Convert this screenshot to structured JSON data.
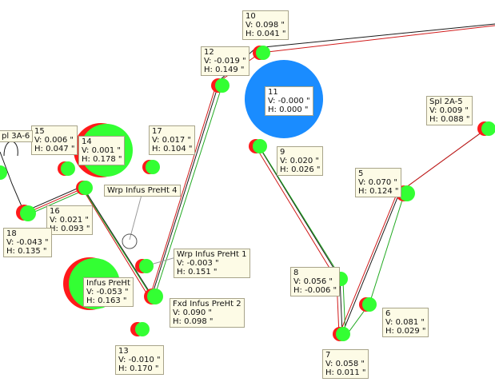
{
  "colors": {
    "red": "#ff1a1a",
    "green": "#33ff33",
    "blue": "#1a8cff",
    "wire_black": "#1a1a1a",
    "wire_red": "#d11a1a",
    "wire_green": "#22aa22",
    "label_bg": "#fdfbe6"
  },
  "labels": {
    "n10": {
      "id": "10",
      "v": "V: 0.098 \"",
      "h": "H: 0.041 \""
    },
    "n11": {
      "id": "11",
      "v": "V: -0.000 \"",
      "h": "H: 0.000 \""
    },
    "n12": {
      "id": "12",
      "v": "V: -0.019 \"",
      "h": "H: 0.149 \""
    },
    "n14": {
      "id": "14",
      "v": "V: 0.001 \"",
      "h": "H: 0.178 \""
    },
    "n15": {
      "id": "15",
      "v": "V: 0.006 \"",
      "h": "H: 0.047 \""
    },
    "n17": {
      "id": "17",
      "v": "V: 0.017 \"",
      "h": "H: 0.104 \""
    },
    "n9": {
      "id": "9",
      "v": "V: 0.020 \"",
      "h": "H: 0.026 \""
    },
    "n5": {
      "id": "5",
      "v": "V: 0.070 \"",
      "h": "H: 0.124 \""
    },
    "spl2a5": {
      "id": "Spl 2A-5",
      "v": "V: 0.009 \"",
      "h": "H: 0.088 \""
    },
    "n16": {
      "id": "16",
      "v": "V: 0.021 \"",
      "h": "H: 0.093 \""
    },
    "n18": {
      "id": "18",
      "v": "V: -0.043 \"",
      "h": "H: 0.135 \""
    },
    "wrp4": {
      "id": "Wrp Infus PreHt 4"
    },
    "wrp1": {
      "id": "Wrp Infus PreHt 1",
      "v": "V: -0.003 \"",
      "h": "H: 0.151 \""
    },
    "infus": {
      "id": "Infus PreHt",
      "v": "V: -0.053 \"",
      "h": "H: 0.163 \""
    },
    "fxd2": {
      "id": "Fxd Infus PreHt 2",
      "v": "V: 0.090 \"",
      "h": "H: 0.098 \""
    },
    "n13": {
      "id": "13",
      "v": "V: -0.010 \"",
      "h": "H: 0.170 \""
    },
    "n8": {
      "id": "8",
      "v": "V: 0.056 \"",
      "h": "H: -0.006 \""
    },
    "n6": {
      "id": "6",
      "v": "V: 0.081 \"",
      "h": "H: 0.029 \""
    },
    "n7": {
      "id": "7",
      "v": "V: 0.058 \"",
      "h": "H: 0.011 \""
    },
    "spl3a6": {
      "id": "pl 3A-6"
    }
  }
}
